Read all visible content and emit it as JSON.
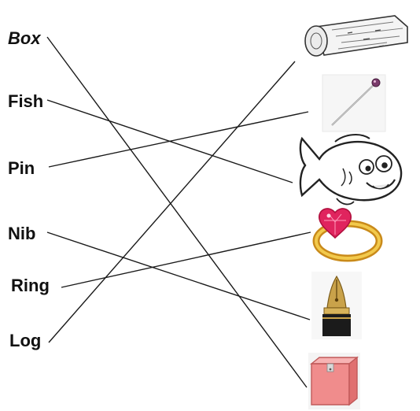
{
  "words": [
    {
      "id": "box",
      "text": "Box",
      "italic": true
    },
    {
      "id": "fish",
      "text": "Fish",
      "italic": false
    },
    {
      "id": "pin",
      "text": "Pin",
      "italic": false
    },
    {
      "id": "nib",
      "text": "Nib",
      "italic": false
    },
    {
      "id": "ring",
      "text": "Ring",
      "italic": false
    },
    {
      "id": "log",
      "text": "Log",
      "italic": false
    }
  ],
  "pictures": [
    {
      "id": "log",
      "icon": "log-icon"
    },
    {
      "id": "pin",
      "icon": "pin-icon"
    },
    {
      "id": "fish",
      "icon": "fish-icon"
    },
    {
      "id": "ring",
      "icon": "ring-icon"
    },
    {
      "id": "nib",
      "icon": "pen-nib-icon"
    },
    {
      "id": "box",
      "icon": "box-icon"
    }
  ],
  "matches": [
    {
      "word": "box",
      "picture": "box"
    },
    {
      "word": "fish",
      "picture": "fish"
    },
    {
      "word": "pin",
      "picture": "pin"
    },
    {
      "word": "nib",
      "picture": "nib"
    },
    {
      "word": "ring",
      "picture": "ring"
    },
    {
      "word": "log",
      "picture": "log"
    }
  ]
}
